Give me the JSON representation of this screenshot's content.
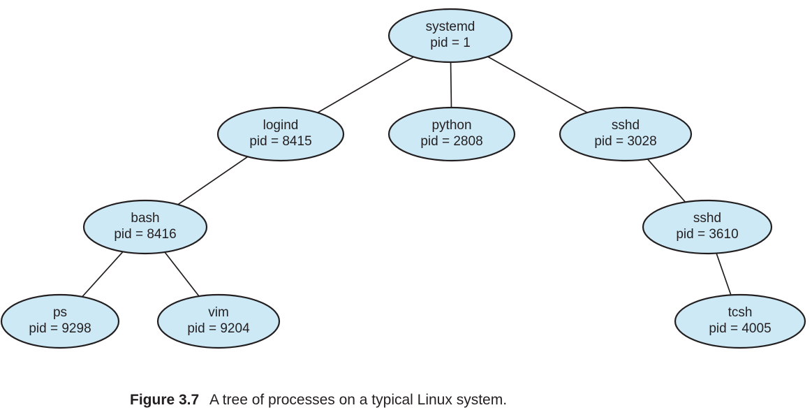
{
  "diagram": {
    "title": "A tree of processes on a typical Linux system",
    "type": "process-tree",
    "colors": {
      "node_fill": "#cde9f6",
      "node_stroke": "#231f20",
      "edge_stroke": "#231f20",
      "text": "#231f20",
      "background": "#ffffff"
    },
    "nodes": [
      {
        "id": "systemd",
        "name": "systemd",
        "pid": "pid = 1"
      },
      {
        "id": "logind",
        "name": "logind",
        "pid": "pid = 8415"
      },
      {
        "id": "python",
        "name": "python",
        "pid": "pid = 2808"
      },
      {
        "id": "sshd1",
        "name": "sshd",
        "pid": "pid = 3028"
      },
      {
        "id": "bash",
        "name": "bash",
        "pid": "pid = 8416"
      },
      {
        "id": "sshd2",
        "name": "sshd",
        "pid": "pid = 3610"
      },
      {
        "id": "ps",
        "name": "ps",
        "pid": "pid = 9298"
      },
      {
        "id": "vim",
        "name": "vim",
        "pid": "pid = 9204"
      },
      {
        "id": "tcsh",
        "name": "tcsh",
        "pid": "pid = 4005"
      }
    ],
    "edges": [
      {
        "from": "systemd",
        "to": "logind"
      },
      {
        "from": "systemd",
        "to": "python"
      },
      {
        "from": "systemd",
        "to": "sshd1"
      },
      {
        "from": "logind",
        "to": "bash"
      },
      {
        "from": "bash",
        "to": "ps"
      },
      {
        "from": "bash",
        "to": "vim"
      },
      {
        "from": "sshd1",
        "to": "sshd2"
      },
      {
        "from": "sshd2",
        "to": "tcsh"
      }
    ]
  },
  "caption": {
    "label": "Figure 3.7",
    "text": "A tree of processes on a typical Linux system."
  }
}
